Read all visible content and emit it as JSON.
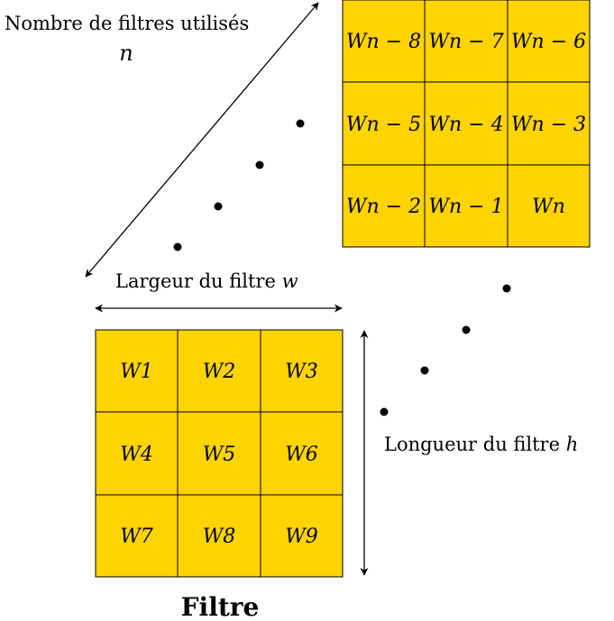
{
  "colors": {
    "cell_fill": "#FFD400",
    "stroke": "#000000"
  },
  "filters_label": {
    "text": "Nombre de filtres utilisés",
    "var": "n"
  },
  "width_label": {
    "text": "Largeur du filtre ",
    "var": "w"
  },
  "height_label": {
    "text": "Longueur du filtre ",
    "var": "h"
  },
  "title": "Filtre",
  "front_filter": {
    "cells": [
      "W1",
      "W2",
      "W3",
      "W4",
      "W5",
      "W6",
      "W7",
      "W8",
      "W9"
    ]
  },
  "back_filter": {
    "cells": [
      "Wn − 8",
      "Wn − 7",
      "Wn − 6",
      "Wn − 5",
      "Wn − 4",
      "Wn − 3",
      "Wn − 2",
      "Wn − 1",
      "Wn"
    ]
  }
}
